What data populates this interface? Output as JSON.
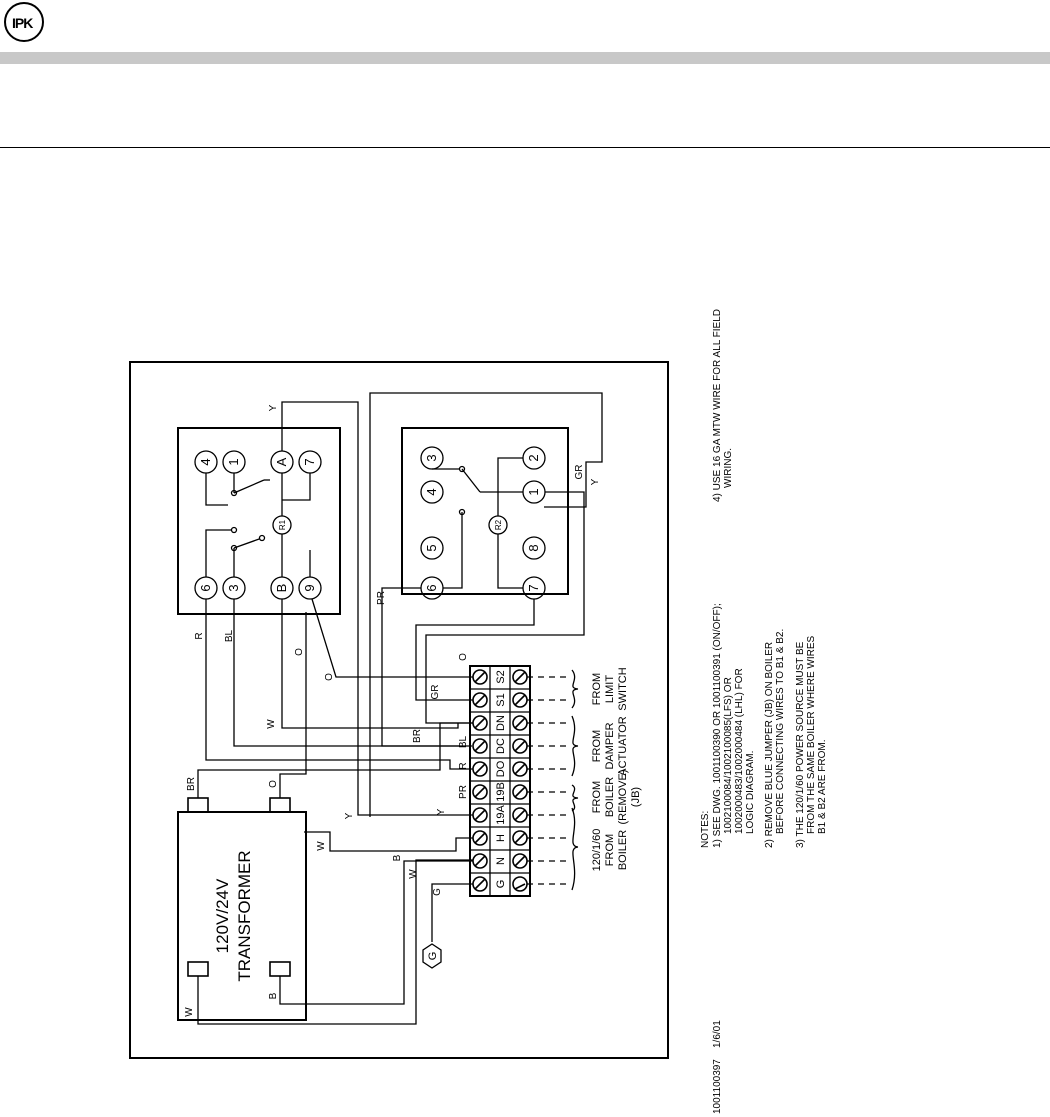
{
  "logo_text": "IPK",
  "transformer": {
    "label_line1": "120V/24V",
    "label_line2": "TRANSFORMER"
  },
  "ground_symbol": "G",
  "relay1": {
    "coil": "R1",
    "top_terminals": [
      "4",
      "1",
      "A",
      "7"
    ],
    "bottom_terminals": [
      "6",
      "3",
      "B",
      "9"
    ]
  },
  "relay2": {
    "coil": "R2",
    "top_terminals": [
      "3",
      "2"
    ],
    "mid_terminals": [
      "4",
      "1",
      "5",
      "8"
    ],
    "bottom_terminals": [
      "6",
      "7"
    ]
  },
  "terminal_strip": [
    "G",
    "N",
    "H",
    "19A",
    "19B",
    "DO",
    "DC",
    "DN",
    "S1",
    "S2"
  ],
  "wire_labels": {
    "y": "Y",
    "gr": "GR",
    "pr": "PR",
    "r": "R",
    "bl": "BL",
    "o": "O",
    "w": "W",
    "br": "BR",
    "b": "B",
    "g": "G"
  },
  "sources": [
    {
      "line1": "120/1/60",
      "line2": "FROM",
      "line3": "BOILER"
    },
    {
      "line1": "FROM",
      "line2": "BOILER",
      "line3": "(REMOVE)",
      "line4": "(JB)"
    },
    {
      "line1": "FROM",
      "line2": "DAMPER",
      "line3": "ACTUATOR"
    },
    {
      "line1": "FROM",
      "line2": "LIMIT",
      "line3": "SWITCH"
    }
  ],
  "notes": {
    "heading": "NOTES:",
    "n1": [
      "1)  SEE DWG. 1001100390 OR 1001100391 (ON/OFF);",
      "1002100084/1002100085(LFS) OR",
      "1002000483/1002000484 (LHL) FOR",
      "LOGIC DIAGRAM."
    ],
    "n2": [
      "2)  REMOVE BLUE JUMPER (JB) ON BOILER",
      "BEFORE CONNECTING WIRES TO B1 & B2."
    ],
    "n3": [
      "3)  THE 120/1/60 POWER SOURCE MUST BE",
      "FROM THE SAME BOILER WHERE WIRES",
      "B1 & B2 ARE FROM."
    ],
    "n4": [
      "4)  USE 16 GA MTW WIRE FOR ALL FIELD",
      "WIRING."
    ]
  },
  "drawing_number": "1001100397",
  "drawing_date": "1/6/01"
}
